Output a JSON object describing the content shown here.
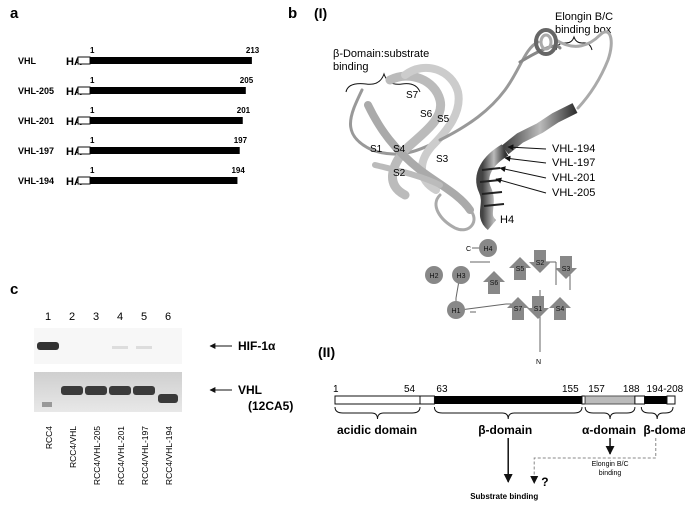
{
  "panel_a": {
    "label": "a",
    "rows": [
      {
        "name": "VHL",
        "tag": "HA",
        "start": "1",
        "end": "213",
        "end_value": 213
      },
      {
        "name": "VHL-205",
        "tag": "HA",
        "start": "1",
        "end": "205",
        "end_value": 205
      },
      {
        "name": "VHL-201",
        "tag": "HA",
        "start": "1",
        "end": "201",
        "end_value": 201
      },
      {
        "name": "VHL-197",
        "tag": "HA",
        "start": "1",
        "end": "197",
        "end_value": 197
      },
      {
        "name": "VHL-194",
        "tag": "HA",
        "start": "1",
        "end": "194",
        "end_value": 194
      }
    ]
  },
  "panel_b": {
    "label": "b",
    "part1_label": "(I)",
    "beta_label_line1": "β-Domain:substrate",
    "beta_label_line2": "binding",
    "elongin_line1": "Elongin B/C",
    "elongin_line2": "binding box",
    "strands": [
      "S1",
      "S2",
      "S3",
      "S4",
      "S5",
      "S6",
      "S7"
    ],
    "helix_label": "H4",
    "arrows": [
      "VHL-194",
      "VHL-197",
      "VHL-201",
      "VHL-205"
    ],
    "topology": {
      "c_label": "C",
      "n_label": "N",
      "helices": [
        "H1",
        "H2",
        "H3",
        "H4"
      ],
      "strands": [
        "S1",
        "S2",
        "S3",
        "S4",
        "S5",
        "S6",
        "S7"
      ]
    },
    "part2_label": "(II)",
    "domain_bar": {
      "positions": [
        "1",
        "54",
        "63",
        "155",
        "157",
        "188",
        "194-208"
      ],
      "domains": [
        "acidic domain",
        "β-domain",
        "α-domain",
        "β-domain"
      ],
      "elongin_line1": "Elongin B/C",
      "elongin_line2": "binding",
      "substrate": "Substrate binding",
      "question": "?"
    }
  },
  "panel_c": {
    "label": "c",
    "lanes": [
      "1",
      "2",
      "3",
      "4",
      "5",
      "6"
    ],
    "band1_label": "HIF-1α",
    "band2_label_line1": "VHL",
    "band2_label_line2": "(12CA5)",
    "samples": [
      "RCC4",
      "RCC4/VHL",
      "RCC4/VHL-205",
      "RCC4/VHL-201",
      "RCC4/VHL-197",
      "RCC4/VHL-194"
    ]
  }
}
